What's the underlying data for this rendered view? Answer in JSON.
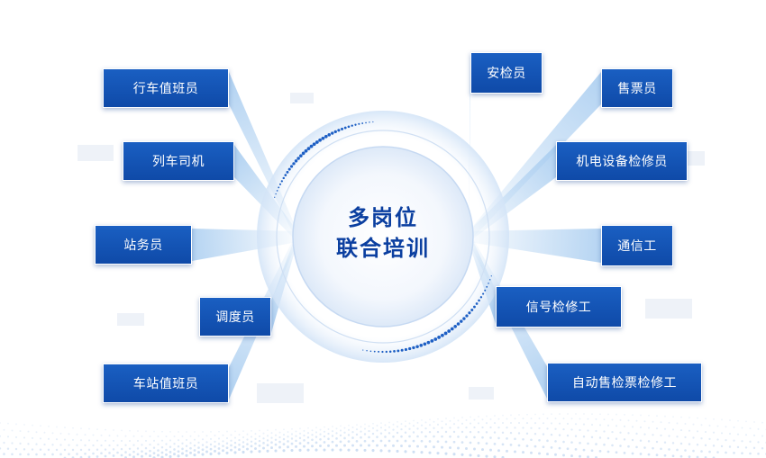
{
  "center": {
    "line1": "多岗位",
    "line2": "联合培训"
  },
  "left_roles": [
    "行车值班员",
    "列车司机",
    "站务员",
    "调度员",
    "车站值班员"
  ],
  "right_roles": [
    "安检员",
    "售票员",
    "机电设备检修员",
    "通信工",
    "信号检修工",
    "自动售检票检修工"
  ],
  "colors": {
    "box": "#1558bd",
    "title": "#0b3fa0",
    "ray": "#a9cdf0"
  }
}
